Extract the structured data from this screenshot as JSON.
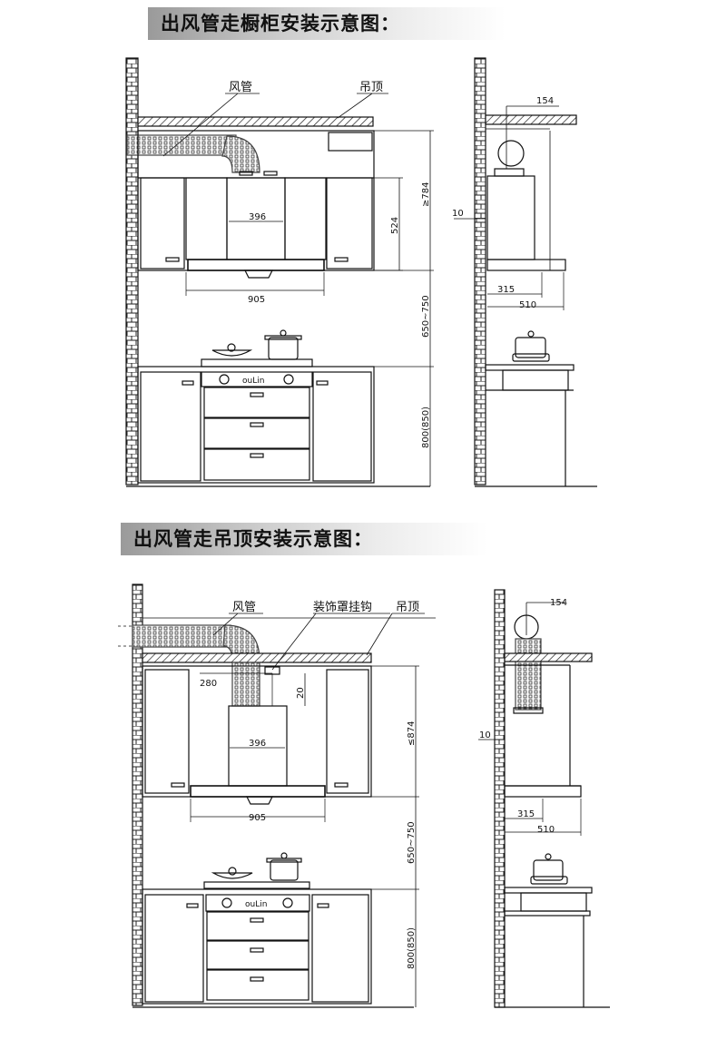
{
  "titles": {
    "cabinet": "出风管走橱柜安装示意图：",
    "ceiling": "出风管走吊顶安装示意图："
  },
  "labels": {
    "duct": "风管",
    "ceiling": "吊顶",
    "hook": "装饰罩挂钩",
    "brand": "ouLin"
  },
  "dims": {
    "d154": "154",
    "d10": "10",
    "d315": "315",
    "d510": "510",
    "d396": "396",
    "d905": "905",
    "d524": "524",
    "d784": "≥784",
    "d874": "≤874",
    "d650": "650~750",
    "d800": "800(850)",
    "d280": "280",
    "d20": "20"
  }
}
